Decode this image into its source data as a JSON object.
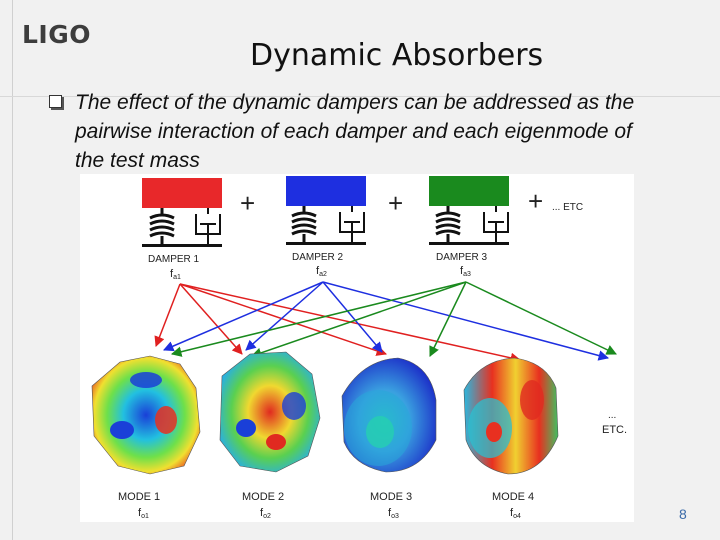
{
  "slide": {
    "logo": "LIGO",
    "title": "Dynamic Absorbers",
    "bullet_icon": "checkbox-bullet",
    "bullet_text": "The effect of the dynamic dampers can be addressed as the pairwise interaction of each damper and each eigenmode of the test mass",
    "page_number": "8"
  },
  "figure": {
    "plus": "+",
    "etc_top": "... ETC",
    "etc_bottom_dots": "...",
    "etc_bottom": "ETC.",
    "dampers": [
      {
        "label": "DAMPER 1",
        "freq": "f",
        "sub": "a1",
        "color": "#e8282a"
      },
      {
        "label": "DAMPER 2",
        "freq": "f",
        "sub": "a2",
        "color": "#1e2fe0"
      },
      {
        "label": "DAMPER 3",
        "freq": "f",
        "sub": "a3",
        "color": "#1a8a1e"
      }
    ],
    "modes": [
      {
        "label": "MODE 1",
        "freq": "f",
        "sub": "o1"
      },
      {
        "label": "MODE 2",
        "freq": "f",
        "sub": "o2"
      },
      {
        "label": "MODE 3",
        "freq": "f",
        "sub": "o3"
      },
      {
        "label": "MODE 4",
        "freq": "f",
        "sub": "o4"
      }
    ]
  }
}
